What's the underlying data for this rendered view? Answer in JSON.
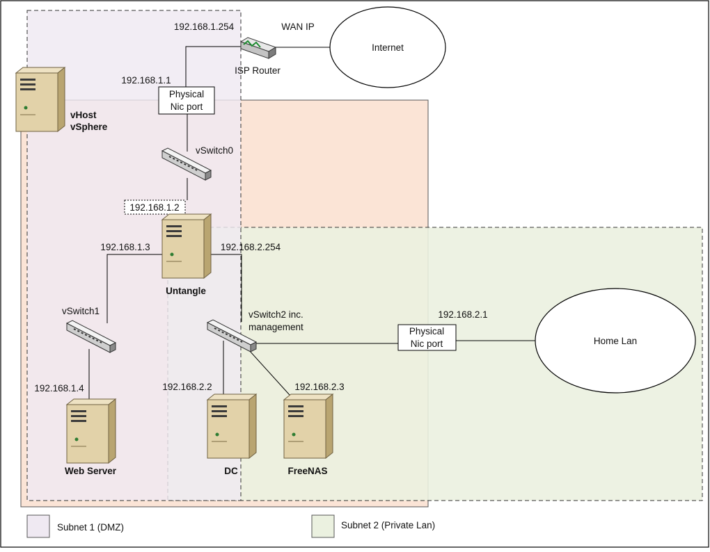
{
  "labels": {
    "wan_ip": "WAN IP",
    "internet": "Internet",
    "isp_router": "ISP Router",
    "router_lan_ip": "192.168.1.254",
    "nic1_ip": "192.168.1.1",
    "nic1_line1": "Physical",
    "nic1_line2": "Nic port",
    "vhost_line1": "vHost",
    "vhost_line2": "vSphere",
    "vswitch0": "vSwitch0",
    "untangle_wan_ip": "192.168.1.2",
    "untangle": "Untangle",
    "untangle_dmz_ip": "192.168.1.3",
    "untangle_lan_ip": "192.168.2.254",
    "vswitch1": "vSwitch1",
    "vswitch2_line1": "vSwitch2 inc.",
    "vswitch2_line2": "management",
    "nic2_ip": "192.168.2.1",
    "nic2_line1": "Physical",
    "nic2_line2": "Nic port",
    "home_lan": "Home Lan",
    "webserver_ip": "192.168.1.4",
    "webserver": "Web Server",
    "dc_ip": "192.168.2.2",
    "dc": "DC",
    "freenas_ip": "192.168.2.3",
    "freenas": "FreeNAS"
  },
  "legend": {
    "subnet1": "Subnet 1 (DMZ)",
    "subnet2": "Subnet 2 (Private Lan)"
  },
  "colors": {
    "subnet1_fill": "#efe9f2",
    "subnet2_fill": "#ebf1e0",
    "vhost_fill": "#fbe4d6",
    "server_body": "#e2d2a9",
    "server_side": "#b9a571"
  }
}
